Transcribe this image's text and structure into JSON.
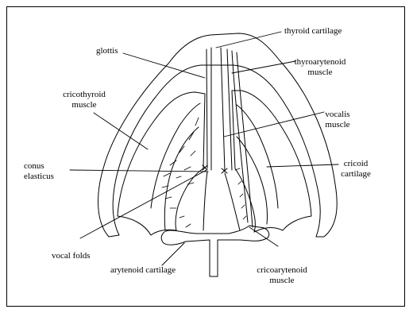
{
  "labels": {
    "thyroid_cartilage": "thyroid cartilage",
    "glottis": "glottis",
    "thyroarytenoid_l1": "thyroarytenoid",
    "thyroarytenoid_l2": "muscle",
    "cricothyroid_l1": "cricothyroid",
    "cricothyroid_l2": "muscle",
    "vocalis_l1": "vocalis",
    "vocalis_l2": "muscle",
    "conus_l1": "conus",
    "conus_l2": "elasticus",
    "cricoid_l1": "cricoid",
    "cricoid_l2": "cartilage",
    "vocal_folds": "vocal folds",
    "arytenoid_cartilage": "arytenoid cartilage",
    "cricoarytenoid_l1": "cricoarytenoid",
    "cricoarytenoid_l2": "muscle"
  },
  "colors": {
    "line": "#000000",
    "background": "#ffffff"
  }
}
